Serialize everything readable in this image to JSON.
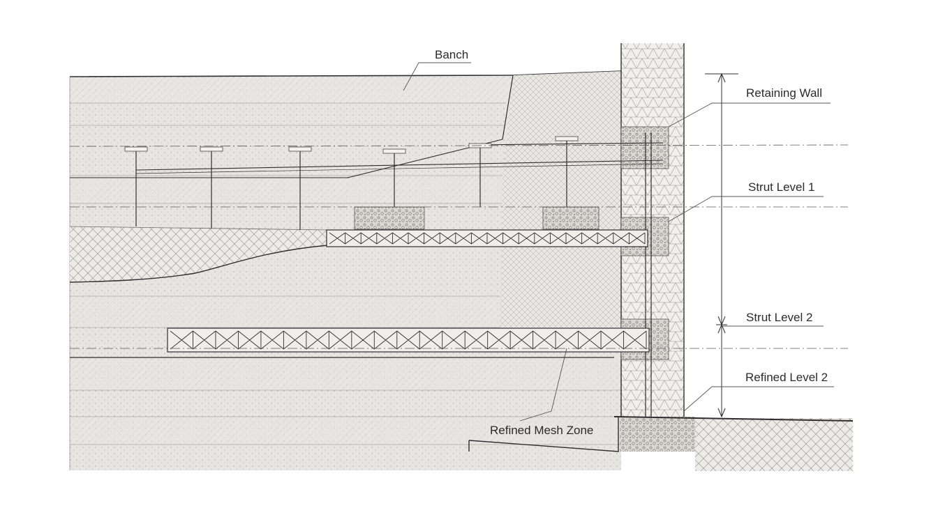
{
  "labels": {
    "banch": "Banch",
    "retaining_wall": "Retaining Wall",
    "strut_level_1": "Strut Level 1",
    "strut_level_2": "Strut Level 2",
    "refined_level_2": "Refined Level 2",
    "refined_mesh_zone": "Refined Mesh Zone"
  },
  "colors": {
    "background": "#ffffff",
    "soil_fill": "#e6e5e1",
    "soil_fill_light": "#ebeae7",
    "line": "#2e2e2e",
    "hatch": "#9a9a96",
    "centerline": "#5a5a5a"
  },
  "icons": {
    "truss_strut": "x-braced-truss",
    "gravel_block": "gravel-hatch",
    "mesh_zone": "crosshatch"
  }
}
